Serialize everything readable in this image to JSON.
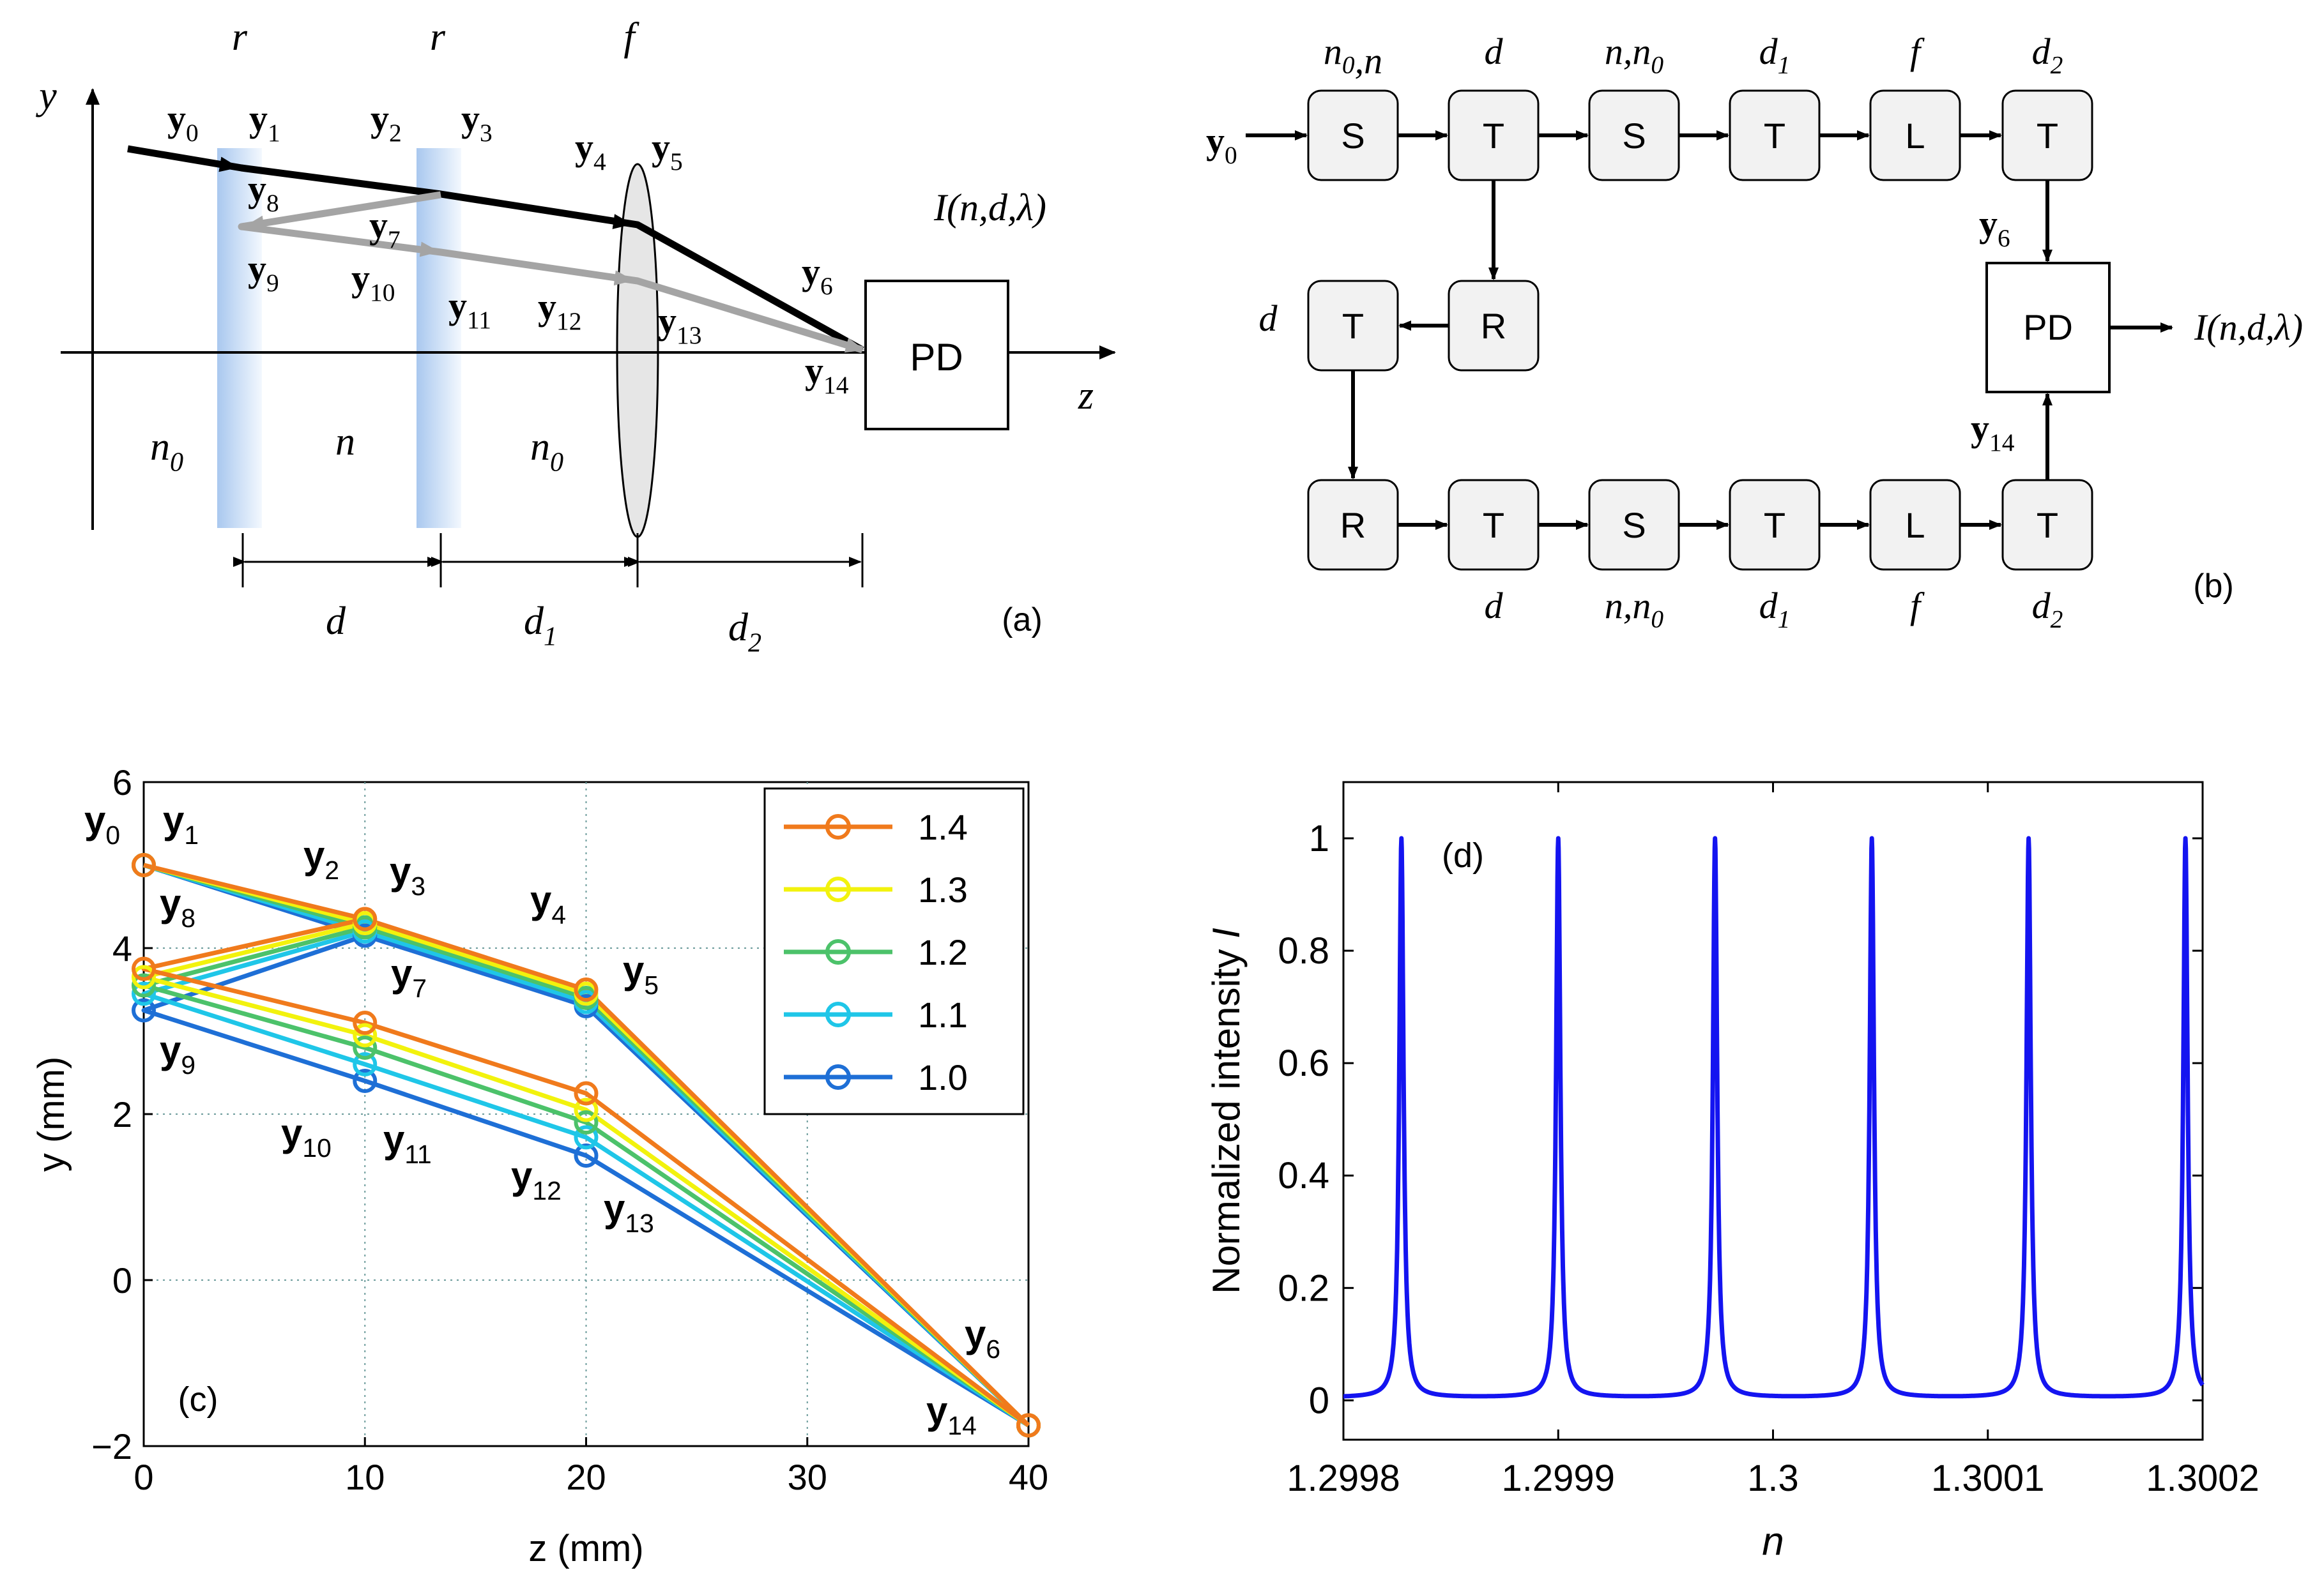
{
  "panel_a": {
    "tag": "(a)",
    "y_axis": "y",
    "z_axis": "z",
    "top_labels": [
      "r",
      "r",
      "f"
    ],
    "ray_labels": [
      {
        "b": "y",
        "s": "0"
      },
      {
        "b": "y",
        "s": "1"
      },
      {
        "b": "y",
        "s": "2"
      },
      {
        "b": "y",
        "s": "3"
      },
      {
        "b": "y",
        "s": "4"
      },
      {
        "b": "y",
        "s": "5"
      },
      {
        "b": "y",
        "s": "8"
      },
      {
        "b": "y",
        "s": "7"
      },
      {
        "b": "y",
        "s": "9"
      },
      {
        "b": "y",
        "s": "10"
      },
      {
        "b": "y",
        "s": "11"
      },
      {
        "b": "y",
        "s": "12"
      },
      {
        "b": "y",
        "s": "13"
      },
      {
        "b": "y",
        "s": "6"
      },
      {
        "b": "y",
        "s": "14"
      }
    ],
    "media": [
      {
        "b": "n",
        "s": "0"
      },
      {
        "b": "n",
        "s": ""
      },
      {
        "b": "n",
        "s": "0"
      }
    ],
    "spans": [
      {
        "b": "d",
        "s": ""
      },
      {
        "b": "d",
        "s": "1"
      },
      {
        "b": "d",
        "s": "2"
      }
    ],
    "detector": "PD",
    "output": "I(n,d,λ)"
  },
  "panel_b": {
    "tag": "(b)",
    "input": {
      "b": "y",
      "s": "0"
    },
    "top_row": [
      {
        "box": "S",
        "label": "n0,n"
      },
      {
        "box": "T",
        "label": "d"
      },
      {
        "box": "S",
        "label": "n,n0"
      },
      {
        "box": "T",
        "label": "d1"
      },
      {
        "box": "L",
        "label": "f"
      },
      {
        "box": "T",
        "label": "d2"
      }
    ],
    "mid_row": [
      {
        "box": "T",
        "label": "d"
      },
      {
        "box": "R",
        "label": ""
      }
    ],
    "bottom_row": [
      {
        "box": "R",
        "label": ""
      },
      {
        "box": "T",
        "label": "d"
      },
      {
        "box": "S",
        "label": "n,n0"
      },
      {
        "box": "T",
        "label": "d1"
      },
      {
        "box": "L",
        "label": "f"
      },
      {
        "box": "T",
        "label": "d2"
      }
    ],
    "detector": "PD",
    "y6": {
      "b": "y",
      "s": "6"
    },
    "y14": {
      "b": "y",
      "s": "14"
    },
    "output": "I(n,d,λ)"
  },
  "panel_c": {
    "tag": "(c)",
    "chart_data": {
      "type": "line",
      "xlabel": "z (mm)",
      "ylabel": "y (mm)",
      "xlim": [
        0,
        40
      ],
      "ylim": [
        -2,
        6
      ],
      "xticks": [
        "0",
        "10",
        "20",
        "30",
        "40"
      ],
      "yticks": [
        "−2",
        "0",
        "2",
        "4",
        "6"
      ],
      "grid": true,
      "legend_position": "top-right",
      "series": [
        {
          "name": "1.4",
          "color": "#f07a1c",
          "forward": {
            "x": [
              0,
              10,
              20,
              40
            ],
            "y": [
              5.0,
              4.35,
              3.5,
              -1.75
            ]
          },
          "return": {
            "x": [
              10,
              0,
              10,
              20,
              40
            ],
            "y": [
              4.35,
              3.75,
              3.1,
              2.25,
              -1.75
            ]
          }
        },
        {
          "name": "1.3",
          "color": "#f2f20d",
          "forward": {
            "x": [
              0,
              10,
              20,
              40
            ],
            "y": [
              5.0,
              4.3,
              3.45,
              -1.75
            ]
          },
          "return": {
            "x": [
              10,
              0,
              10,
              20,
              40
            ],
            "y": [
              4.3,
              3.65,
              2.95,
              2.05,
              -1.75
            ]
          }
        },
        {
          "name": "1.2",
          "color": "#4cc26a",
          "forward": {
            "x": [
              0,
              10,
              20,
              40
            ],
            "y": [
              5.0,
              4.25,
              3.4,
              -1.75
            ]
          },
          "return": {
            "x": [
              10,
              0,
              10,
              20,
              40
            ],
            "y": [
              4.25,
              3.55,
              2.8,
              1.9,
              -1.75
            ]
          }
        },
        {
          "name": "1.1",
          "color": "#1fc6e8",
          "forward": {
            "x": [
              0,
              10,
              20,
              40
            ],
            "y": [
              5.0,
              4.2,
              3.35,
              -1.75
            ]
          },
          "return": {
            "x": [
              10,
              0,
              10,
              20,
              40
            ],
            "y": [
              4.2,
              3.45,
              2.6,
              1.72,
              -1.75
            ]
          }
        },
        {
          "name": "1.0",
          "color": "#1e6fd6",
          "forward": {
            "x": [
              0,
              10,
              20,
              40
            ],
            "y": [
              5.0,
              4.15,
              3.3,
              -1.75
            ]
          },
          "return": {
            "x": [
              10,
              0,
              10,
              20,
              40
            ],
            "y": [
              4.15,
              3.25,
              2.4,
              1.5,
              -1.75
            ]
          }
        }
      ]
    },
    "point_labels": [
      {
        "b": "y",
        "s": "0"
      },
      {
        "b": "y",
        "s": "1"
      },
      {
        "b": "y",
        "s": "2"
      },
      {
        "b": "y",
        "s": "3"
      },
      {
        "b": "y",
        "s": "4"
      },
      {
        "b": "y",
        "s": "5"
      },
      {
        "b": "y",
        "s": "8"
      },
      {
        "b": "y",
        "s": "7"
      },
      {
        "b": "y",
        "s": "9"
      },
      {
        "b": "y",
        "s": "10"
      },
      {
        "b": "y",
        "s": "11"
      },
      {
        "b": "y",
        "s": "12"
      },
      {
        "b": "y",
        "s": "13"
      },
      {
        "b": "y",
        "s": "6"
      },
      {
        "b": "y",
        "s": "14"
      }
    ]
  },
  "panel_d": {
    "tag": "(d)",
    "chart_data": {
      "type": "line",
      "xlabel": "n",
      "ylabel": "Normalized intensity I",
      "xlim": [
        1.2998,
        1.3002
      ],
      "ylim": [
        -0.07,
        1.1
      ],
      "xticks": [
        "1.2998",
        "1.2999",
        "1.3",
        "1.3001",
        "1.3002"
      ],
      "yticks": [
        "0",
        "0.2",
        "0.4",
        "0.6",
        "0.8",
        "1"
      ],
      "color": "#1414f0",
      "peaks_n": [
        1.299827,
        1.2999,
        1.299973,
        1.300046,
        1.300119,
        1.300192
      ],
      "peak_value": 1,
      "baseline": 0.005
    }
  }
}
